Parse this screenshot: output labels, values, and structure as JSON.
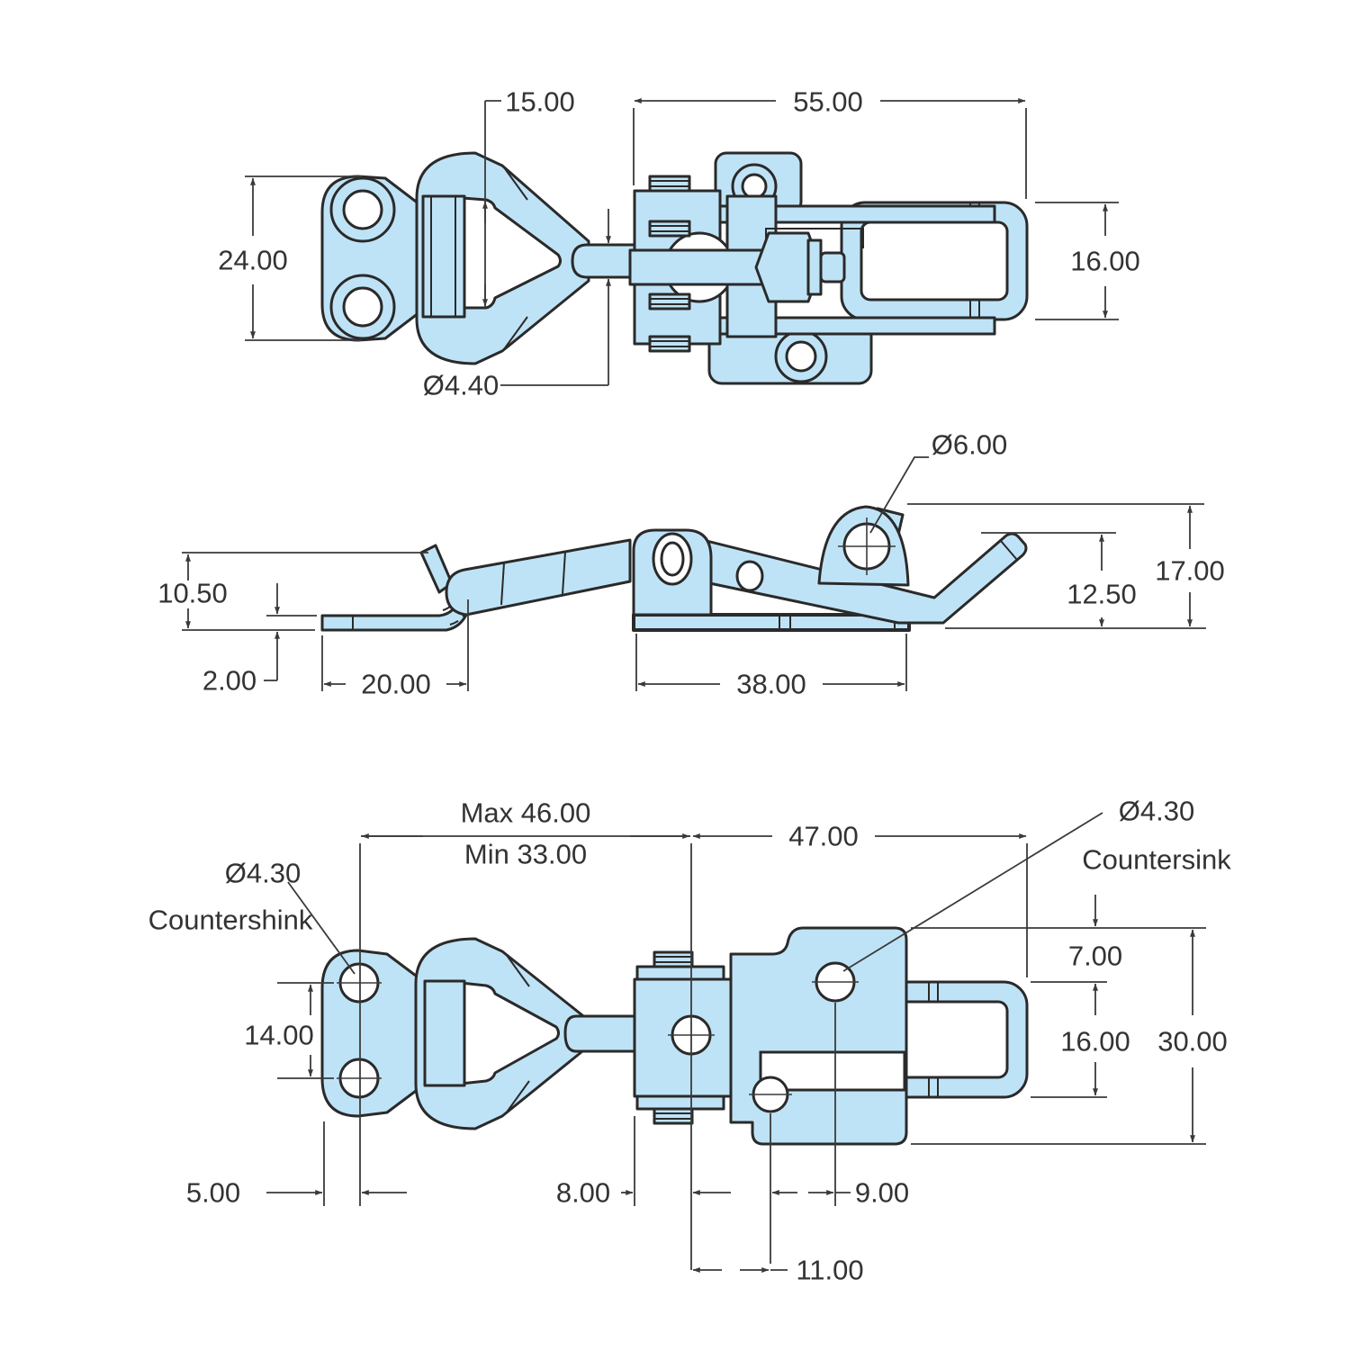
{
  "drawing": {
    "type": "engineering-dimension-drawing",
    "subject": "adjustable toggle draw latch with keeper, three orthographic views",
    "units_note": "all values are millimetres as printed",
    "colors": {
      "part_fill": "#bfe3f6",
      "outline": "#2a2a2a",
      "dimension": "#3a3a3a",
      "background": "#ffffff"
    }
  },
  "dims": {
    "top_slot": "15.00",
    "top_len": "55.00",
    "top_h": "24.00",
    "top_wire": "Ø4.40",
    "top_loop": "16.00",
    "side_dia": "Ø6.00",
    "side_h": "10.50",
    "side_t": "2.00",
    "side_keeper": "20.00",
    "side_base": "38.00",
    "side_tip": "12.50",
    "side_total": "17.00",
    "bot_max": "Max 46.00",
    "bot_min": "Min 33.00",
    "bot_len": "47.00",
    "bot_cs_l1": "Ø4.30",
    "bot_cs_l2": "Countershink",
    "bot_cs_r1": "Ø4.30",
    "bot_cs_r2": "Countersink",
    "bot_holes": "14.00",
    "bot_7": "7.00",
    "bot_16": "16.00",
    "bot_30": "30.00",
    "bot_5": "5.00",
    "bot_8": "8.00",
    "bot_9": "9.00",
    "bot_11": "11.00"
  }
}
